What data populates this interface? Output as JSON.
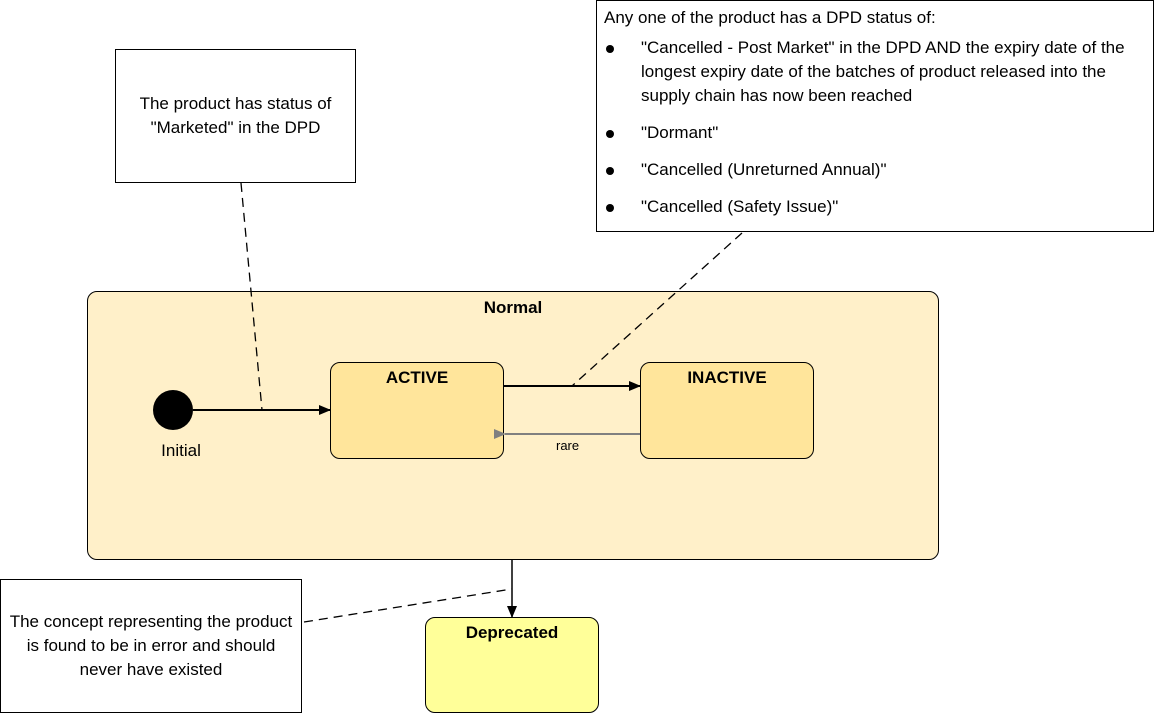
{
  "notes": {
    "marketed": "The product has status of \"Marketed\" in the DPD",
    "dpd_intro": "Any one of the product has a DPD status of:",
    "dpd_items": [
      "\"Cancelled - Post Market\" in the DPD AND the expiry date of the longest expiry date of the batches of product released into the supply chain has now been reached",
      "\"Dormant\"",
      "\"Cancelled (Unreturned Annual)\"",
      "\"Cancelled (Safety Issue)\""
    ],
    "error": "The concept representing the product is found to be in error and should never have existed"
  },
  "states": {
    "normal": "Normal",
    "active": "ACTIVE",
    "inactive": "INACTIVE",
    "deprecated": "Deprecated"
  },
  "initial_label": "Initial",
  "transition_label": "rare",
  "colors": {
    "normal_fill": "#fff0c9",
    "substate_fill": "#ffe59b",
    "deprecated_fill": "#ffff99",
    "rare_arrow": "#808080"
  }
}
